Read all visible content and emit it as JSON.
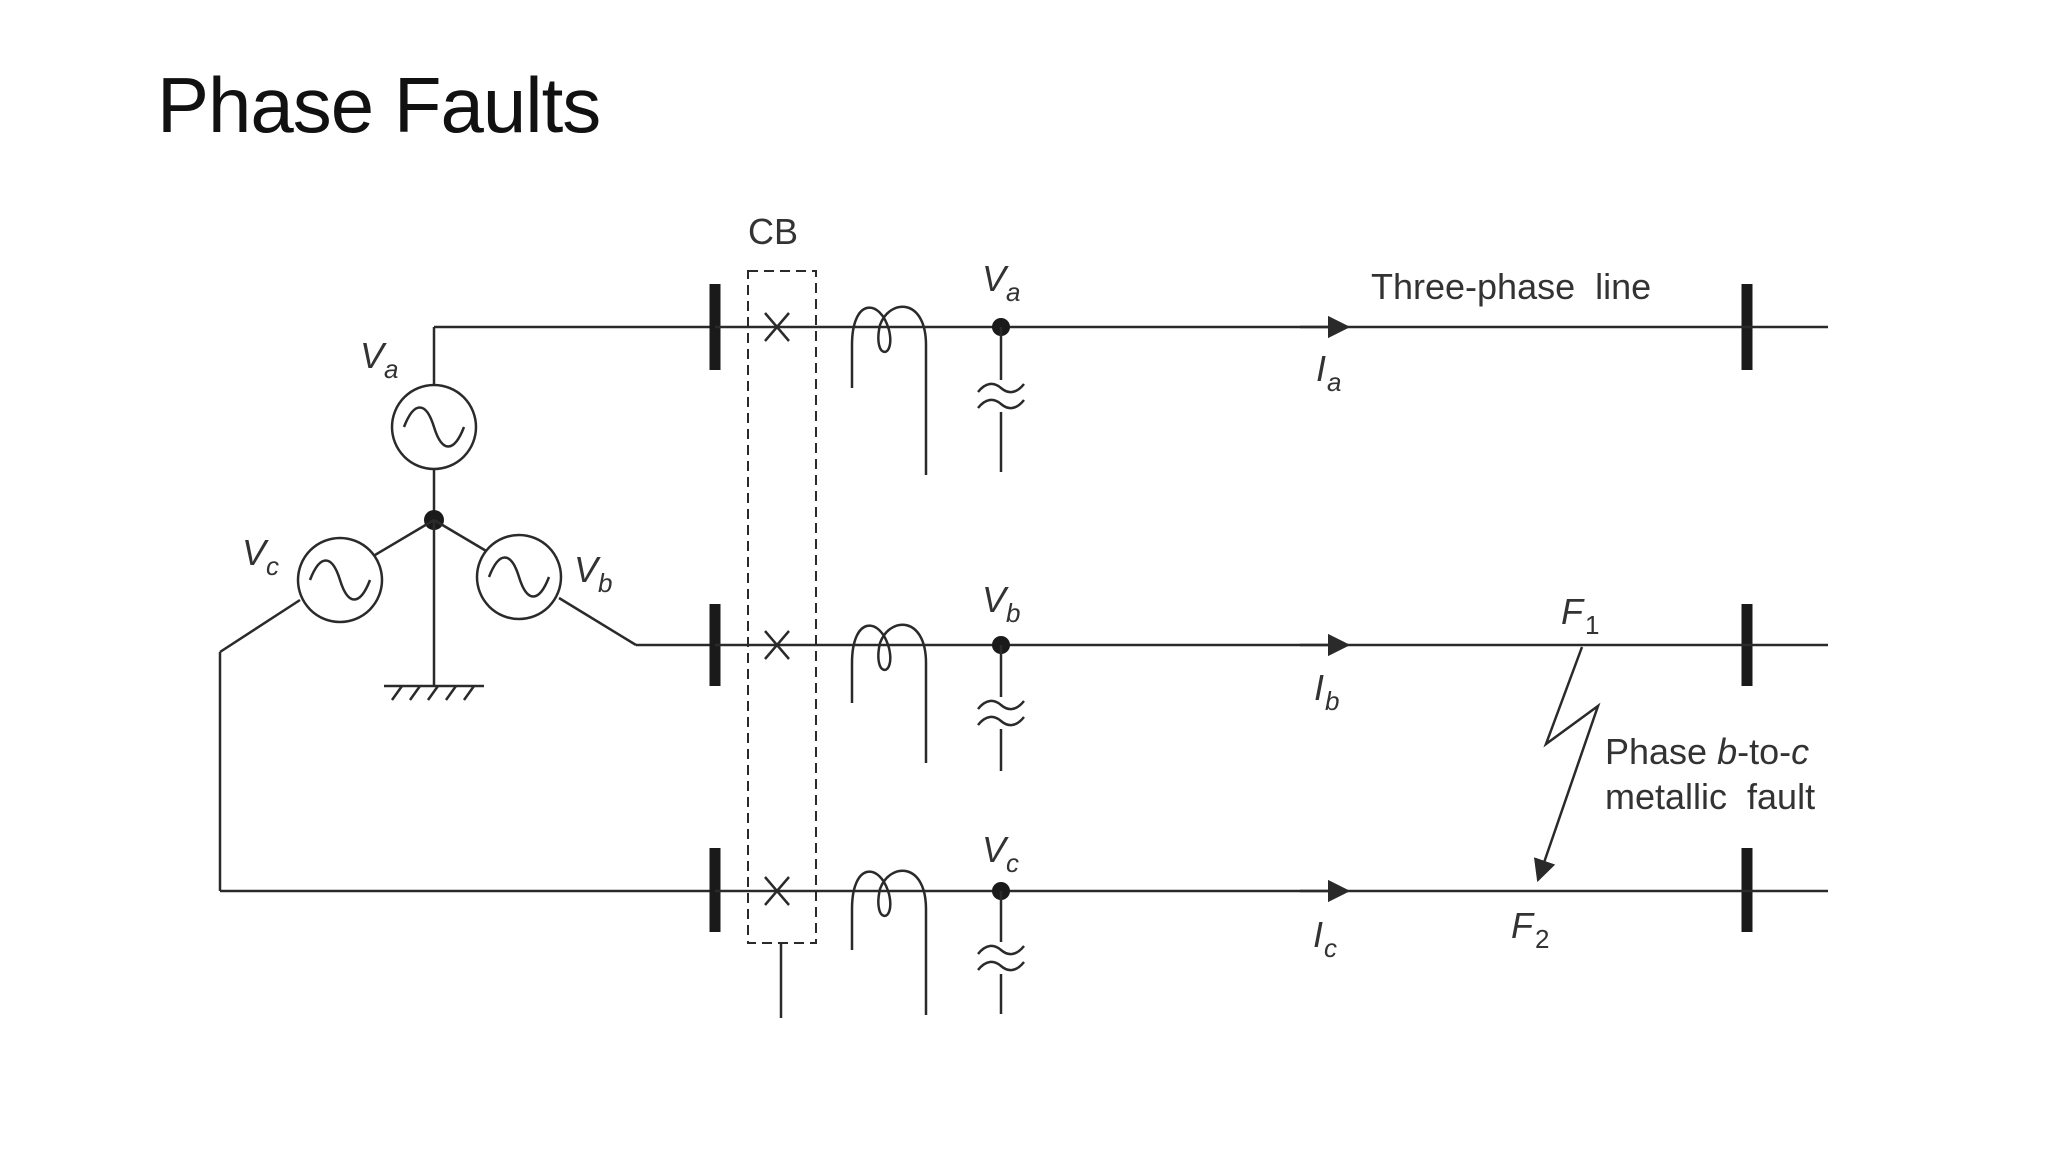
{
  "title": "Phase Faults",
  "diagram": {
    "cb_label": "CB",
    "line_label": "Three-phase  line",
    "phase_labels": [
      "V",
      "V",
      "V"
    ],
    "phase_subs": [
      "a",
      "b",
      "c"
    ],
    "current_labels": [
      "I",
      "I",
      "I"
    ],
    "fault_points": [
      {
        "name": "F",
        "sub": "1"
      },
      {
        "name": "F",
        "sub": "2"
      }
    ],
    "fault_text_1a": "Phase ",
    "fault_text_1b": "b",
    "fault_text_1c": "-to-",
    "fault_text_1d": "c",
    "fault_text_2": "metallic  fault"
  }
}
